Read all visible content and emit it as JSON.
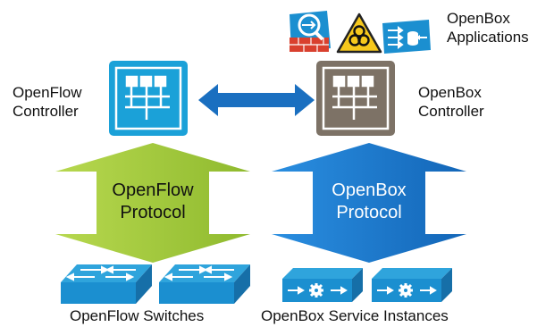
{
  "apps": {
    "label_line1": "OpenBox",
    "label_line2": "Applications",
    "icons": [
      "firewall-icon",
      "biohazard-warning-icon",
      "load-balancer-icon"
    ]
  },
  "openflow_controller": {
    "label_line1": "OpenFlow",
    "label_line2": "Controller",
    "color": "#1ba1d8"
  },
  "openbox_controller": {
    "label_line1": "OpenBox",
    "label_line2": "Controller",
    "color": "#7d7266"
  },
  "openflow_protocol": {
    "line1": "OpenFlow",
    "line2": "Protocol",
    "color": "#9cc43a"
  },
  "openbox_protocol": {
    "line1": "OpenBox",
    "line2": "Protocol",
    "color": "#1679c9"
  },
  "switches": {
    "label": "OpenFlow Switches",
    "count": 2
  },
  "service_instances": {
    "label": "OpenBox Service Instances",
    "count": 2
  },
  "link_color": "#1a6fc0"
}
